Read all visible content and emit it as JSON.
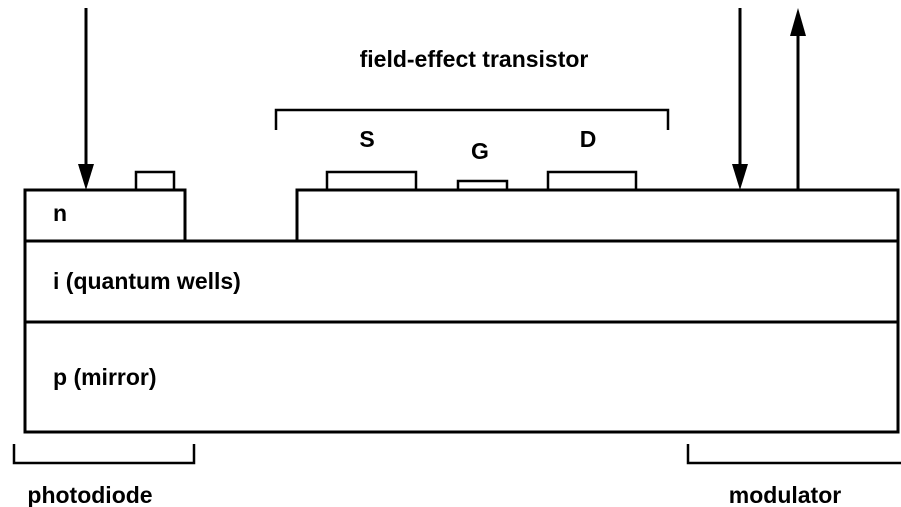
{
  "labels": {
    "fet": "field-effect transistor",
    "source": "S",
    "gate": "G",
    "drain": "D",
    "n_layer": "n",
    "i_layer": "i (quantum wells)",
    "p_layer": "p (mirror)",
    "photodiode": "photodiode",
    "modulator": "modulator"
  },
  "colors": {
    "line": "#000000",
    "fill": "#ffffff"
  }
}
